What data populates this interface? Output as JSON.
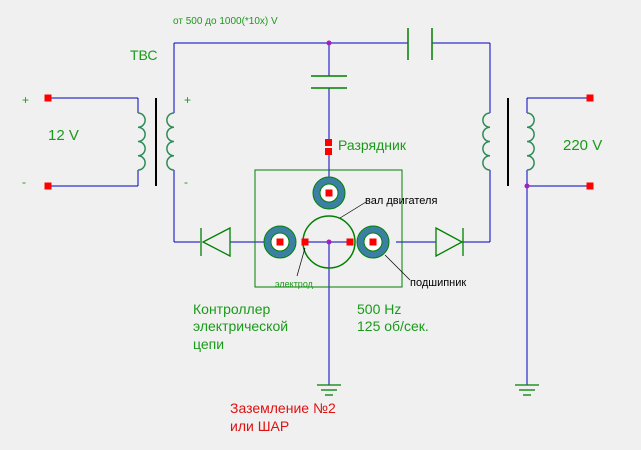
{
  "colors": {
    "background": "#f0f0f0",
    "wire": "#0000c0",
    "label_green": "#1a9a1a",
    "label_red": "#e01010",
    "label_black": "#000000",
    "terminal": "#ff0000",
    "junction": "#a020c0",
    "component": "#008000",
    "coil": "#2e8b57",
    "ring_fill": "#3b7fa3"
  },
  "labels": {
    "voltage_range": "от 500 до 1000(*10x) V",
    "tvs": "ТВС",
    "plus_left": "+",
    "minus_left": "-",
    "input_voltage": "12 V",
    "plus_coil": "+",
    "minus_coil": "-",
    "spark_gap": "Разрядник",
    "output_voltage": "220 V",
    "motor_shaft": "вал двигателя",
    "electrode": "электрод",
    "bearing": "подшипник",
    "controller": [
      "Контроллер",
      "электрической",
      "цепи"
    ],
    "frequency": "500 Hz",
    "rotation": "125 об/сек.",
    "ground": [
      "Заземление №2",
      "или ШАР"
    ]
  }
}
